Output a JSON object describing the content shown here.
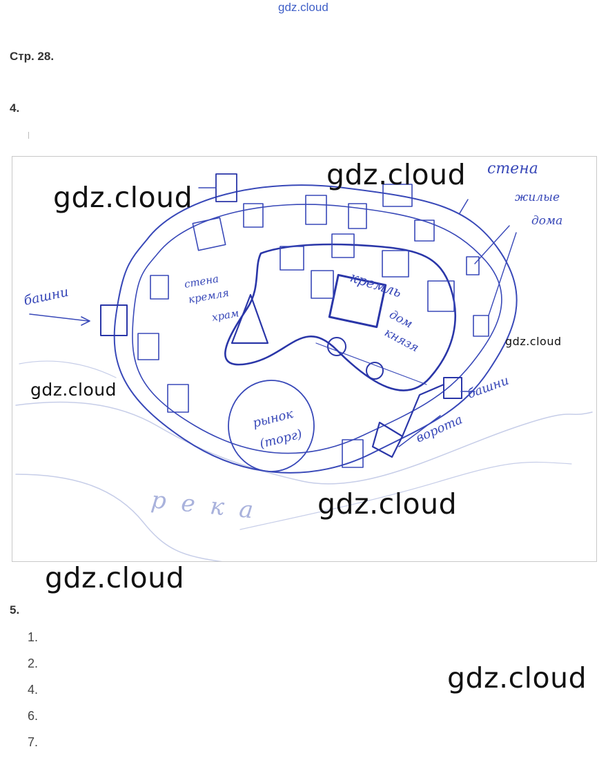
{
  "header": {
    "site_logo": "gdz.cloud",
    "page_ref": "Стр. 28."
  },
  "tasks": [
    {
      "number": "4."
    },
    {
      "number": "5."
    }
  ],
  "sketch": {
    "labels": {
      "wall": "стена",
      "houses_line1": "жилые",
      "houses_line2": "дома",
      "towers_left": "башни",
      "kremlin_wall_line1": "стена",
      "kremlin_wall_line2": "кремля",
      "kremlin_wall_line3": "храм",
      "kremlin": "кремль",
      "prince_house_line1": "дом",
      "prince_house_line2": "князя",
      "market_line1": "рынок",
      "market_line2": "(торг)",
      "gates": "ворота",
      "towers_right": "башни",
      "river": "река"
    }
  },
  "answer_items": [
    "1.",
    "2.",
    "4.",
    "6.",
    "7."
  ],
  "watermarks": [
    "gdz.cloud",
    "gdz.cloud",
    "gdz.cloud",
    "gdz.cloud",
    "gdz.cloud",
    "gdz.cloud",
    "gdz.cloud"
  ],
  "colors": {
    "ink": "#3848b8",
    "logo": "#3f5fc7"
  }
}
